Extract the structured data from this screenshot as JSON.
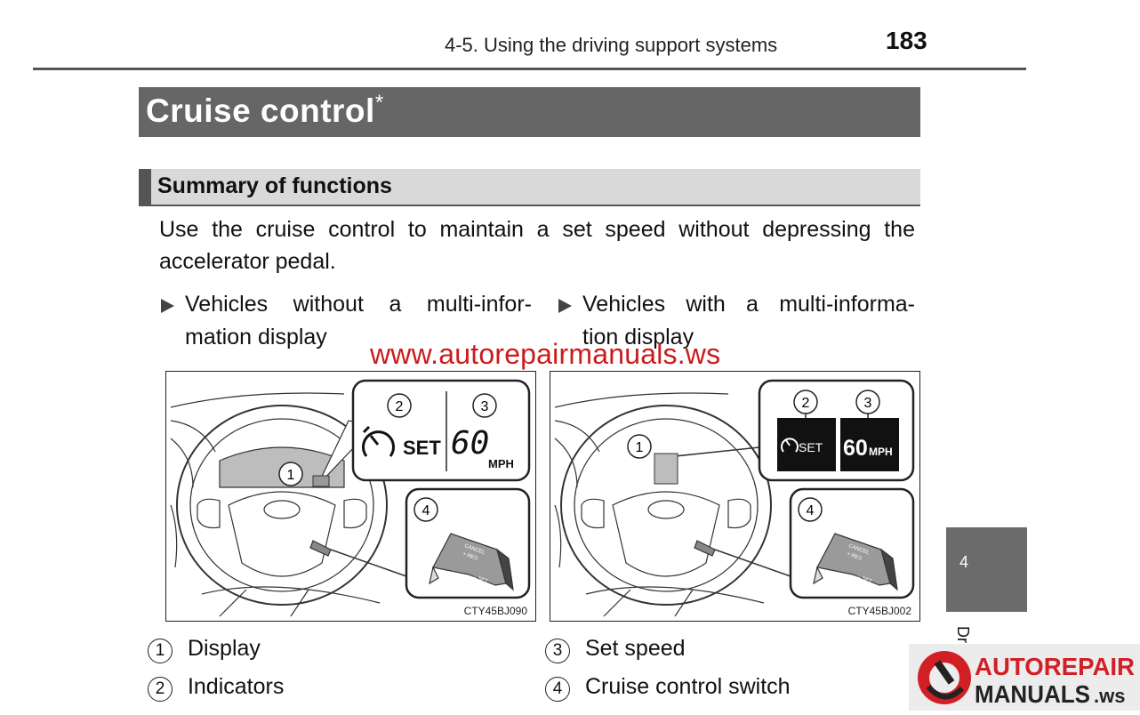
{
  "header": {
    "section": "4-5. Using the driving support systems",
    "page_number": "183"
  },
  "title": {
    "text": "Cruise control",
    "asterisk": "*"
  },
  "subheading": "Summary of functions",
  "intro": "Use the cruise control to maintain a set speed without depressing the accelerator pedal.",
  "bullets": [
    {
      "line1": "Vehicles  without  a  multi-infor-",
      "line2": "mation display"
    },
    {
      "line1": "Vehicles  with  a  multi-informa-",
      "line2": "tion display"
    }
  ],
  "watermark": "www.autorepairmanuals.ws",
  "figures": [
    {
      "code": "CTY45BJ090",
      "callouts": [
        "1",
        "2",
        "3",
        "4"
      ],
      "indicator_label": "SET",
      "speed_value": "60",
      "speed_unit": "MPH"
    },
    {
      "code": "CTY45BJ002",
      "callouts": [
        "1",
        "2",
        "3",
        "4"
      ],
      "indicator_label": "SET",
      "speed_value": "60",
      "speed_unit": "MPH"
    }
  ],
  "lever_labels": {
    "cancel": "CANCEL",
    "res": "+ RES",
    "set": "– SET"
  },
  "legend": [
    {
      "num": "1",
      "label": "Display"
    },
    {
      "num": "2",
      "label": "Indicators"
    },
    {
      "num": "3",
      "label": "Set speed"
    },
    {
      "num": "4",
      "label": "Cruise control switch"
    }
  ],
  "side_tab": {
    "number": "4",
    "vertical_text": "Dri"
  },
  "logo": {
    "line1": "AUTOREPAIR",
    "line2": "MANUALS",
    "suffix": ".ws"
  },
  "colors": {
    "title_bar": "#666666",
    "subheading_bar": "#d9d9d9",
    "watermark": "#cc1b1b",
    "logo_red": "#d21f26",
    "side_tab": "#6b6b6b"
  }
}
